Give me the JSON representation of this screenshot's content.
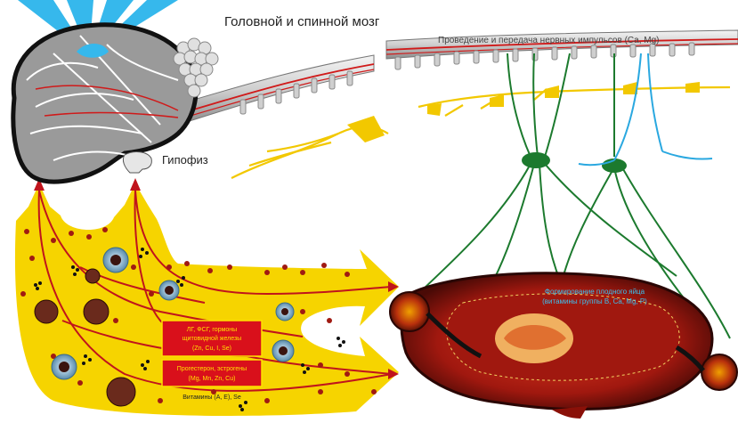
{
  "labels": {
    "title": "Головной и спинной мозг",
    "nerve_impulse": "Проведение и передача нервных импульсов (Ca, Mg)",
    "pituitary": "Гипофиз",
    "hormones_line1": "ЛГ, ФСГ, гормоны",
    "hormones_line2": "щитовидной железы",
    "hormones_line3": "(Zn, Cu, I, Se)",
    "progesterone_line1": "Прогестерон, эстрогены",
    "progesterone_line2": "(Mg, Mn, Zn, Cu)",
    "vitamins": "Витамины (А, Е), Se",
    "fetal_formation_line1": "Формирование плодного яйца",
    "fetal_formation_line2": "(витамины группы В, Ca, Mg, P)"
  },
  "colors": {
    "yellow": "#f6d400",
    "red_box": "#d9101b",
    "vessel_red": "#c0141c",
    "nerve_green": "#1c7a2e",
    "nerve_blue": "#2aa8e0",
    "neuron_yellow": "#f2c800",
    "brain_gray": "#9a9a9a",
    "light_blue": "#3cc0ee"
  }
}
